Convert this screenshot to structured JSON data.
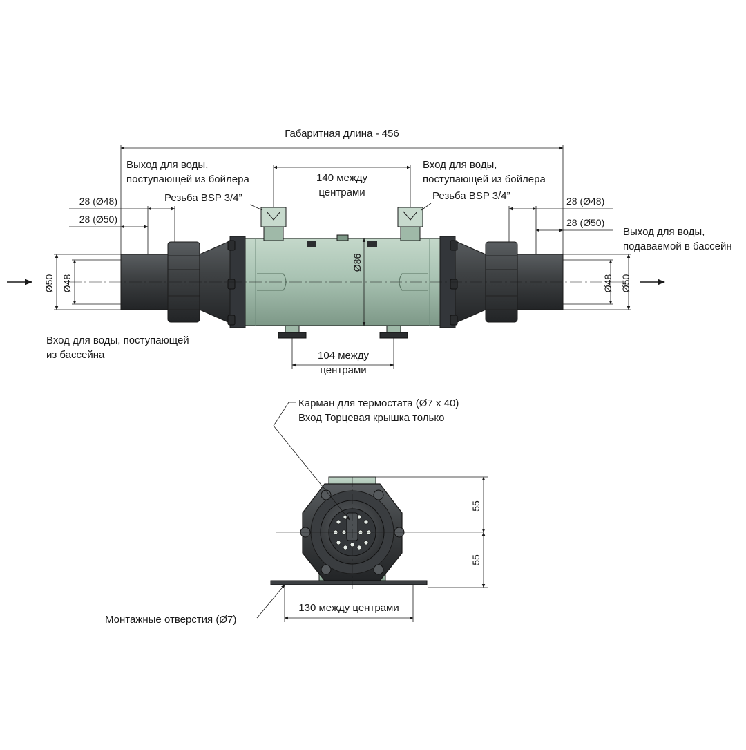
{
  "side_view": {
    "overall_length": "Габаритная длина - 456",
    "boiler_outlet_left": [
      "Выход для воды,",
      "поступающей из бойлера"
    ],
    "boiler_outlet_right": [
      "Вход для воды,",
      "поступающей из бойлера"
    ],
    "thread_left": "Резьба BSP 3/4”",
    "thread_right": "Резьба BSP 3/4”",
    "centers_top": [
      "140 между",
      "центрами"
    ],
    "centers_bottom": [
      "104 между",
      "центрами"
    ],
    "dim_28_48": "28 (Ø48)",
    "dim_28_50": "28 (Ø50)",
    "diam_50": "Ø50",
    "diam_48": "Ø48",
    "diam_86": "Ø86",
    "pool_inlet": [
      "Вход для воды, поступающей",
      "из бассейна"
    ],
    "pool_outlet": [
      "Выход для воды,",
      "подаваемой в бассейн"
    ]
  },
  "end_view": {
    "thermostat_pocket": [
      "Карман для термостата (Ø7 x 40)",
      "Вход Торцевая крышка только"
    ],
    "dim_55_top": "55",
    "dim_55_bottom": "55",
    "mount_centers": "130 между центрами",
    "mount_holes": "Монтажные отверстия (Ø7)"
  },
  "colors": {
    "shell": "#a9c3b3",
    "shell_dark": "#6f8b7b",
    "pvc": "#3f4244",
    "pvc_dark": "#26282a",
    "line": "#1a1a1a"
  }
}
